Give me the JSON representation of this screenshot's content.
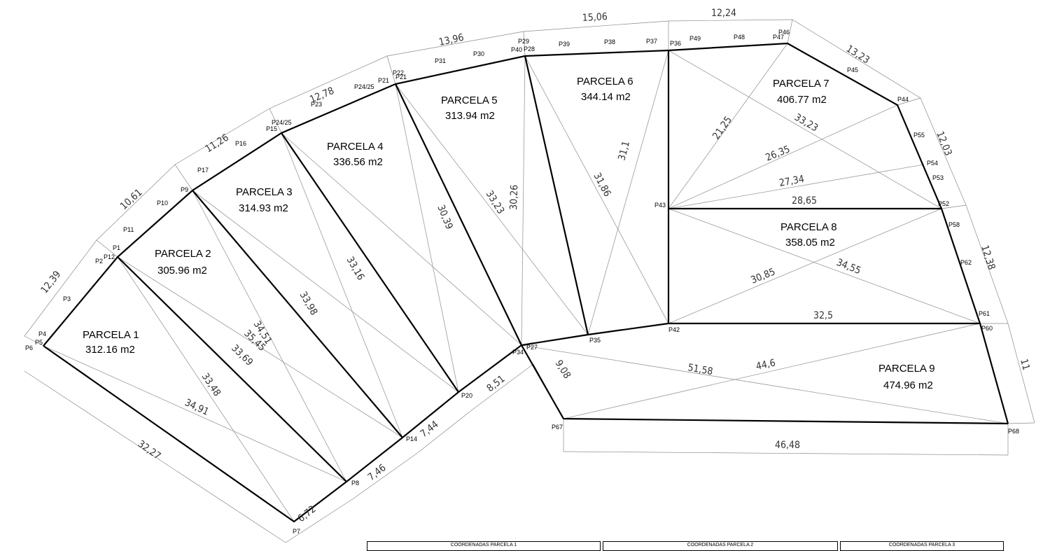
{
  "parcels": [
    {
      "name": "PARCELA 1",
      "area": "312.16 m2"
    },
    {
      "name": "PARCELA  2",
      "area": "305.96 m2"
    },
    {
      "name": "PARCELA 3",
      "area": "314.93 m2"
    },
    {
      "name": "PARCELA 4",
      "area": "336.56 m2"
    },
    {
      "name": "PARCELA 5",
      "area": "313.94 m2"
    },
    {
      "name": "PARCELA 6",
      "area": "344.14 m2"
    },
    {
      "name": "PARCELA 7",
      "area": "406.77 m2"
    },
    {
      "name": "PARCELA 8",
      "area": "358.05 m2"
    },
    {
      "name": "PARCELA 9",
      "area": "474.96 m2"
    }
  ],
  "points": [
    "P1",
    "P2",
    "P3",
    "P4",
    "P5",
    "P6",
    "P7",
    "P8",
    "P9",
    "P10",
    "P11",
    "P12",
    "P14",
    "P15",
    "P16",
    "P17",
    "P20",
    "P21",
    "P22",
    "P23",
    "P24/25",
    "P27",
    "P28",
    "P29",
    "P30",
    "P31",
    "P34",
    "P35",
    "P36",
    "P37",
    "P38",
    "P39",
    "P40",
    "P42",
    "P43",
    "P44",
    "P45",
    "P46",
    "P47",
    "P48",
    "P49",
    "P52",
    "P53",
    "P54",
    "P55",
    "P58",
    "P60",
    "P61",
    "P62",
    "P67",
    "P68"
  ],
  "dimensions": {
    "outer": [
      "12,39",
      "10,61",
      "11,26",
      "12,78",
      "13,96",
      "15,06",
      "12,24",
      "13,23",
      "12,03",
      "12,38",
      "11"
    ],
    "inner": [
      "6,72",
      "7,46",
      "7,44",
      "8,51",
      "9,08",
      "46,48",
      "32,27"
    ],
    "diagonals": [
      "34,91",
      "33,48",
      "33,69",
      "35,45",
      "34,51",
      "33,98",
      "33,16",
      "30,39",
      "33,23",
      "30,26",
      "31,86",
      "31,1",
      "21,25",
      "33,23",
      "26,35",
      "27,34",
      "28,65",
      "30,85",
      "34,55",
      "32,5",
      "51,58",
      "44,6"
    ]
  },
  "footer": {
    "labels": [
      "COORDENADAS PARCELA 1",
      "COORDENADAS PARCELA 2",
      "COORDENADAS PARCELA 3"
    ]
  }
}
